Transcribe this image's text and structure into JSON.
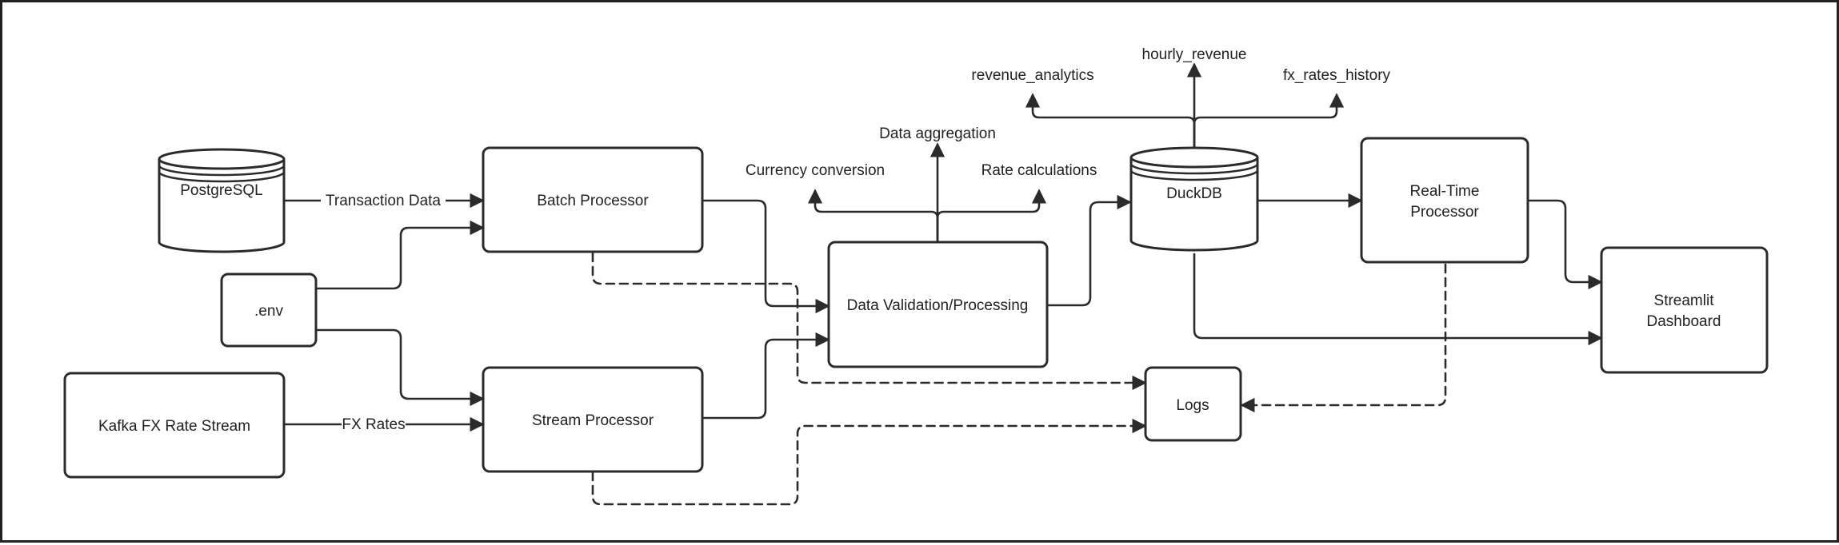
{
  "nodes": {
    "postgresql": "PostgreSQL",
    "env": ".env",
    "kafka": "Kafka FX Rate Stream",
    "batch_processor": "Batch Processor",
    "stream_processor": "Stream Processor",
    "validation": "Data Validation/Processing",
    "duckdb": "DuckDB",
    "realtime_line1": "Real-Time",
    "realtime_line2": "Processor",
    "streamlit_line1": "Streamlit",
    "streamlit_line2": "Dashboard",
    "logs": "Logs"
  },
  "edge_labels": {
    "transaction_data": "Transaction Data",
    "fx_rates": "FX Rates"
  },
  "outputs": {
    "currency_conversion": "Currency conversion",
    "data_aggregation": "Data aggregation",
    "rate_calculations": "Rate calculations",
    "revenue_analytics": "revenue_analytics",
    "hourly_revenue": "hourly_revenue",
    "fx_rates_history": "fx_rates_history"
  },
  "colors": {
    "stroke": "#2b2b2b",
    "background": "#ffffff",
    "text": "#222222"
  }
}
